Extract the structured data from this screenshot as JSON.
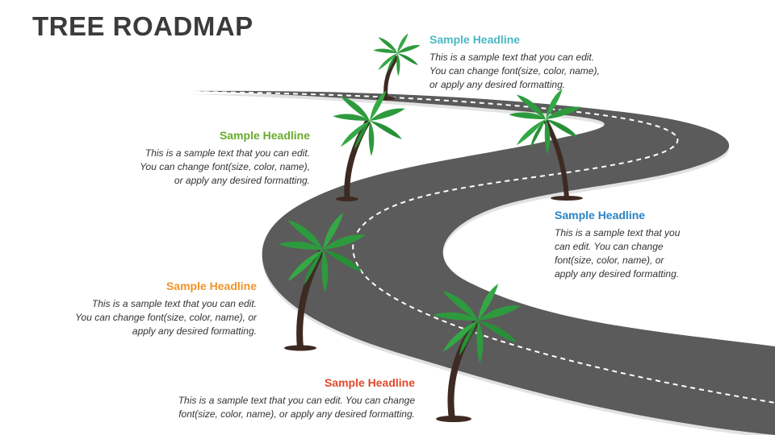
{
  "title": "TREE ROADMAP",
  "colors": {
    "road": "#5b5b5b",
    "dash": "#ffffff",
    "leaf": "#2e9a3e",
    "leaf_dark": "#1f7a2c",
    "trunk": "#3d2a22",
    "title": "#3b3b3b"
  },
  "milestones": [
    {
      "headline": "Sample Headline",
      "body_lines": [
        "This is a sample text that you can edit.",
        "You can change font(size, color, name),",
        "or apply any desired formatting."
      ],
      "color": "#4ab8c4"
    },
    {
      "headline": "Sample Headline",
      "body_lines": [
        "This is a sample text that you can edit.",
        "You can change font(size, color, name),",
        "or apply any desired formatting."
      ],
      "color": "#6aab2e"
    },
    {
      "headline": "Sample Headline",
      "body_lines": [
        "This is a sample text that you",
        "can edit. You can change",
        "font(size, color, name), or",
        "apply any desired formatting."
      ],
      "color": "#2a84c6"
    },
    {
      "headline": "Sample Headline",
      "body_lines": [
        "This is a sample text that you can edit.",
        "You can change font(size, color, name), or",
        "apply any desired formatting."
      ],
      "color": "#f2932a"
    },
    {
      "headline": "Sample Headline",
      "body_lines": [
        "This is a sample text that you can edit. You can change",
        "font(size, color, name), or apply any desired formatting."
      ],
      "color": "#e0482c"
    }
  ]
}
